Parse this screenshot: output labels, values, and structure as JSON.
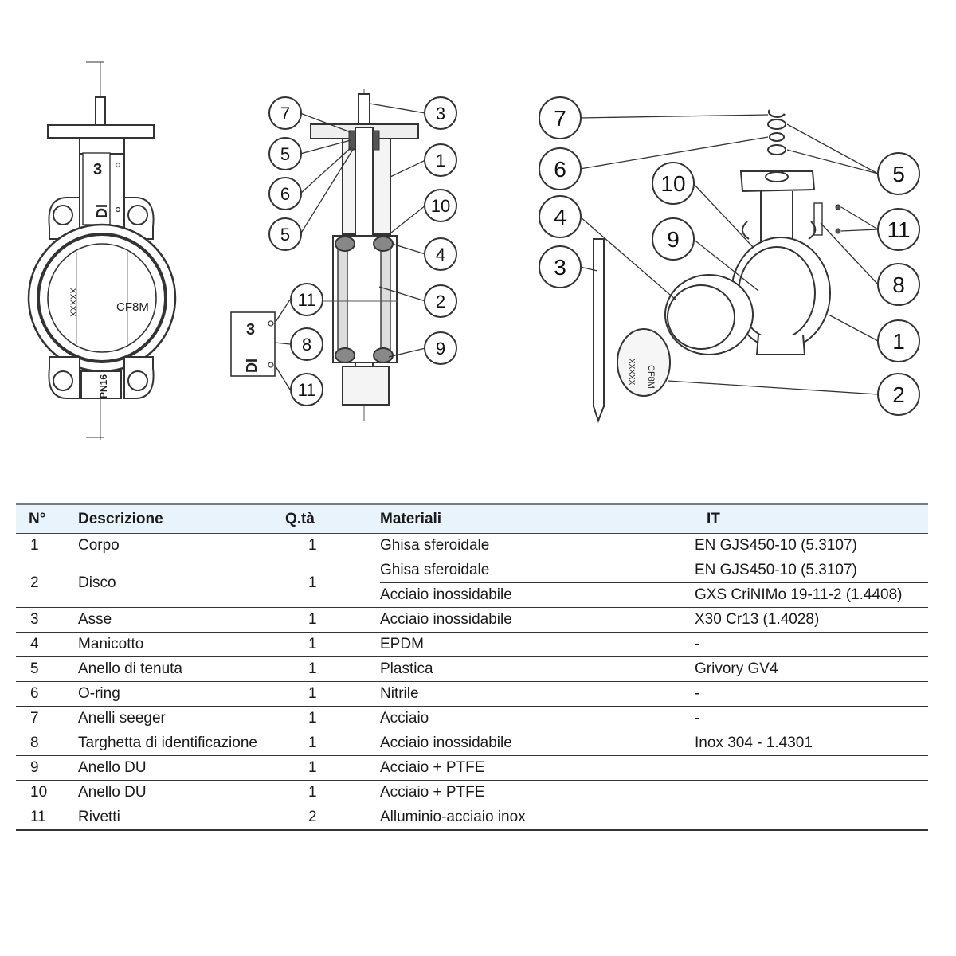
{
  "drawing": {
    "front_view": {
      "marks": {
        "part_no": "3",
        "logo": "DI",
        "body_code": "XXXXX",
        "material": "CF8M",
        "pressure": "PN16"
      }
    },
    "section_view": {
      "callouts_left": [
        "7",
        "5",
        "6",
        "5"
      ],
      "callouts_right": [
        "3",
        "1",
        "10",
        "4",
        "2",
        "9"
      ],
      "nameplate_callouts": [
        "11",
        "8",
        "11"
      ],
      "nameplate_marks": {
        "part_no": "3",
        "logo": "DI"
      }
    },
    "exploded_view": {
      "callouts": [
        "7",
        "6",
        "4",
        "3",
        "10",
        "9",
        "5",
        "11",
        "8",
        "1",
        "2"
      ],
      "disc_marks": {
        "body_code": "XXXXX",
        "material": "CF8M"
      }
    }
  },
  "table": {
    "headers": {
      "n": "N°",
      "descr": "Descrizione",
      "qty": "Q.tà",
      "mat": "Materiali",
      "it": "IT"
    },
    "rows": [
      {
        "n": "1",
        "descr": "Corpo",
        "qty": "1",
        "materials": [
          {
            "mat": "Ghisa sferoidale",
            "it": "EN GJS450-10 (5.3107)"
          }
        ]
      },
      {
        "n": "2",
        "descr": "Disco",
        "qty": "1",
        "materials": [
          {
            "mat": "Ghisa sferoidale",
            "it": "EN GJS450-10 (5.3107)"
          },
          {
            "mat": "Acciaio inossidabile",
            "it": "GXS CriNIMo 19-11-2 (1.4408)"
          }
        ]
      },
      {
        "n": "3",
        "descr": "Asse",
        "qty": "1",
        "materials": [
          {
            "mat": "Acciaio inossidabile",
            "it": "X30 Cr13 (1.4028)"
          }
        ]
      },
      {
        "n": "4",
        "descr": "Manicotto",
        "qty": "1",
        "materials": [
          {
            "mat": "EPDM",
            "it": "-"
          }
        ]
      },
      {
        "n": "5",
        "descr": "Anello di tenuta",
        "qty": "1",
        "materials": [
          {
            "mat": "Plastica",
            "it": "Grivory GV4"
          }
        ]
      },
      {
        "n": "6",
        "descr": "O-ring",
        "qty": "1",
        "materials": [
          {
            "mat": "Nitrile",
            "it": "-"
          }
        ]
      },
      {
        "n": "7",
        "descr": "Anelli seeger",
        "qty": "1",
        "materials": [
          {
            "mat": "Acciaio",
            "it": "-"
          }
        ]
      },
      {
        "n": "8",
        "descr": "Targhetta di identificazione",
        "qty": "1",
        "materials": [
          {
            "mat": "Acciaio inossidabile",
            "it": "Inox 304 - 1.4301"
          }
        ]
      },
      {
        "n": "9",
        "descr": "Anello DU",
        "qty": "1",
        "materials": [
          {
            "mat": "Acciaio + PTFE",
            "it": ""
          }
        ]
      },
      {
        "n": "10",
        "descr": "Anello DU",
        "qty": "1",
        "materials": [
          {
            "mat": "Acciaio + PTFE",
            "it": ""
          }
        ]
      },
      {
        "n": "11",
        "descr": "Rivetti",
        "qty": "2",
        "materials": [
          {
            "mat": "Alluminio-acciaio inox",
            "it": ""
          }
        ]
      }
    ]
  }
}
